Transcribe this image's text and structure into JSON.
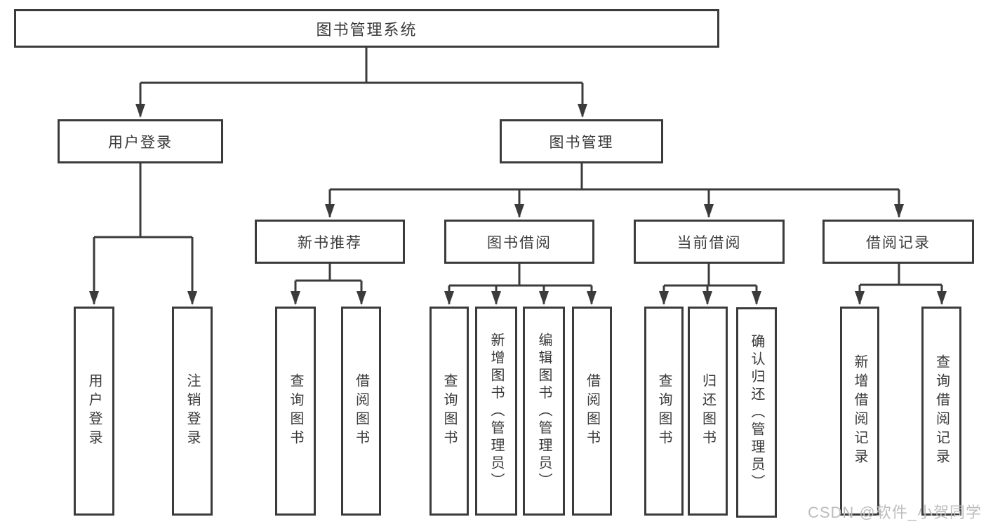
{
  "diagram": {
    "root": {
      "label": "图书管理系统"
    },
    "branches": {
      "user_login": {
        "label": "用户登录",
        "children": {
          "login": "用户登录",
          "logout": "注销登录"
        }
      },
      "book_mgmt": {
        "label": "图书管理",
        "sections": {
          "new_books": {
            "label": "新书推荐",
            "children": {
              "query": "查询图书",
              "borrow": "借阅图书"
            }
          },
          "book_borrow": {
            "label": "图书借阅",
            "children": {
              "query": "查询图书",
              "add": "新增图书（管理员）",
              "edit": "编辑图书（管理员）",
              "borrow": "借阅图书"
            }
          },
          "current_borrow": {
            "label": "当前借阅",
            "children": {
              "query": "查询图书",
              "return": "归还图书",
              "confirm": "确认归还（管理员）"
            }
          },
          "borrow_records": {
            "label": "借阅记录",
            "children": {
              "add": "新增借阅记录",
              "query": "查询借阅记录"
            }
          }
        }
      }
    }
  },
  "watermark": {
    "text": "CSDN @软件_小贺同学"
  },
  "colors": {
    "line": "#3b3b3b",
    "text": "#3a3a3a",
    "watermark": "#bdbdbd",
    "background": "#ffffff"
  }
}
